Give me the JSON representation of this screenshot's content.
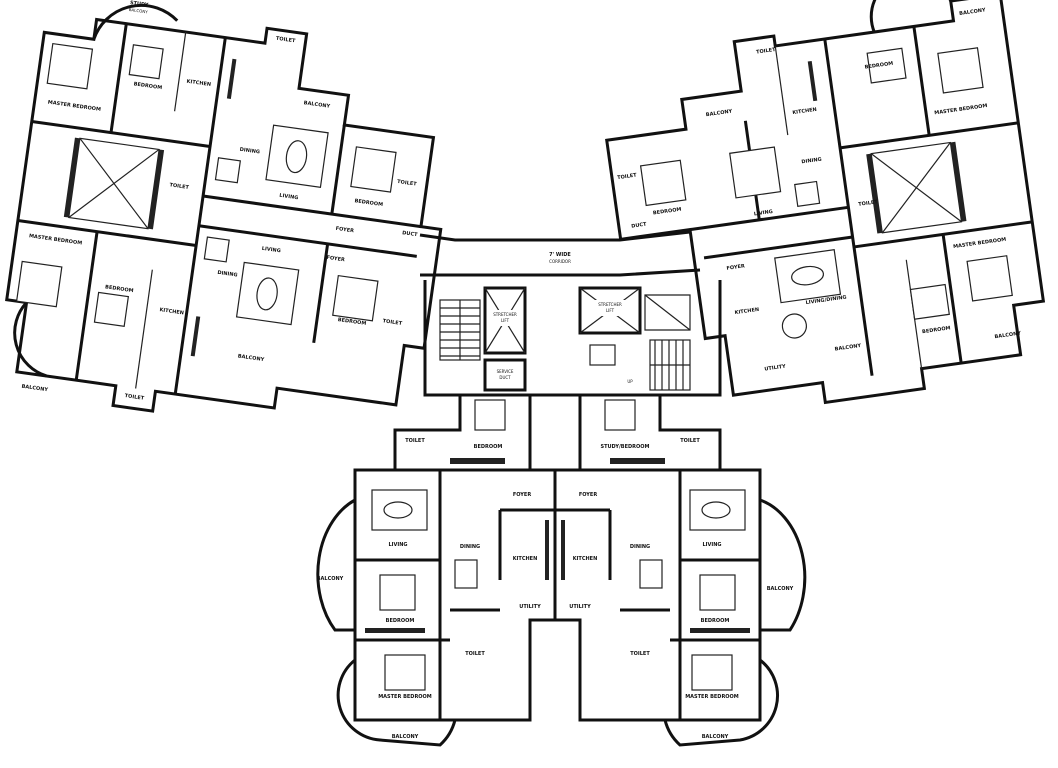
{
  "corridor": {
    "label": "7' WIDE",
    "sub": "CORRIDOR"
  },
  "core": {
    "lift_left": {
      "label": "STRETCHER",
      "sub": "LIFT"
    },
    "lift_right": {
      "label": "STRETCHER",
      "sub": "LIFT"
    },
    "duct_left": {
      "label": "SERVICE",
      "sub": "DUCT"
    },
    "up_label": "UP"
  },
  "west_wing": {
    "rooms": [
      {
        "label": "STUDY",
        "sub": "BALCONY"
      },
      {
        "label": "TOILET",
        "sub": ""
      },
      {
        "label": "BEDROOM",
        "sub": ""
      },
      {
        "label": "MASTER BEDROOM",
        "sub": ""
      },
      {
        "label": "KITCHEN",
        "sub": ""
      },
      {
        "label": "BALCONY",
        "sub": ""
      },
      {
        "label": "DINING",
        "sub": ""
      },
      {
        "label": "LIVING",
        "sub": ""
      },
      {
        "label": "BEDROOM",
        "sub": ""
      },
      {
        "label": "TOILET",
        "sub": ""
      },
      {
        "label": "FOYER",
        "sub": ""
      },
      {
        "label": "DUCT",
        "sub": ""
      },
      {
        "label": "TOILET",
        "sub": ""
      },
      {
        "label": "DINING",
        "sub": ""
      },
      {
        "label": "LIVING",
        "sub": ""
      },
      {
        "label": "FOYER",
        "sub": ""
      },
      {
        "label": "MASTER BEDROOM",
        "sub": ""
      },
      {
        "label": "BEDROOM",
        "sub": ""
      },
      {
        "label": "KITCHEN",
        "sub": ""
      },
      {
        "label": "BEDROOM",
        "sub": ""
      },
      {
        "label": "TOILET",
        "sub": ""
      },
      {
        "label": "BALCONY",
        "sub": ""
      },
      {
        "label": "BALCONY",
        "sub": ""
      },
      {
        "label": "TOILET",
        "sub": ""
      }
    ]
  },
  "east_wing": {
    "rooms": [
      {
        "label": "BALCONY",
        "sub": ""
      },
      {
        "label": "TOILET",
        "sub": ""
      },
      {
        "label": "BEDROOM",
        "sub": ""
      },
      {
        "label": "MASTER BEDROOM",
        "sub": ""
      },
      {
        "label": "BALCONY",
        "sub": ""
      },
      {
        "label": "KITCHEN",
        "sub": ""
      },
      {
        "label": "TOILET",
        "sub": ""
      },
      {
        "label": "BEDROOM",
        "sub": ""
      },
      {
        "label": "DINING",
        "sub": ""
      },
      {
        "label": "LIVING",
        "sub": ""
      },
      {
        "label": "DUCT",
        "sub": ""
      },
      {
        "label": "TOILET",
        "sub": ""
      },
      {
        "label": "FOYER",
        "sub": ""
      },
      {
        "label": "LIVING/DINING",
        "sub": ""
      },
      {
        "label": "KITCHEN",
        "sub": ""
      },
      {
        "label": "MASTER BEDROOM",
        "sub": ""
      },
      {
        "label": "BEDROOM",
        "sub": ""
      },
      {
        "label": "BALCONY",
        "sub": ""
      },
      {
        "label": "BALCONY",
        "sub": ""
      },
      {
        "label": "UTILITY",
        "sub": ""
      }
    ]
  },
  "south_wing": {
    "rooms": [
      {
        "label": "TOILET",
        "sub": ""
      },
      {
        "label": "BEDROOM",
        "sub": ""
      },
      {
        "label": "STUDY/BEDROOM",
        "sub": ""
      },
      {
        "label": "TOILET",
        "sub": ""
      },
      {
        "label": "FOYER",
        "sub": ""
      },
      {
        "label": "FOYER",
        "sub": ""
      },
      {
        "label": "LIVING",
        "sub": ""
      },
      {
        "label": "DINING",
        "sub": ""
      },
      {
        "label": "KITCHEN",
        "sub": ""
      },
      {
        "label": "KITCHEN",
        "sub": ""
      },
      {
        "label": "DINING",
        "sub": ""
      },
      {
        "label": "LIVING",
        "sub": ""
      },
      {
        "label": "BALCONY",
        "sub": ""
      },
      {
        "label": "BEDROOM",
        "sub": ""
      },
      {
        "label": "UTILITY",
        "sub": ""
      },
      {
        "label": "UTILITY",
        "sub": ""
      },
      {
        "label": "BEDROOM",
        "sub": ""
      },
      {
        "label": "BALCONY",
        "sub": ""
      },
      {
        "label": "TOILET",
        "sub": ""
      },
      {
        "label": "TOILET",
        "sub": ""
      },
      {
        "label": "MASTER BEDROOM",
        "sub": ""
      },
      {
        "label": "MASTER BEDROOM",
        "sub": ""
      },
      {
        "label": "BALCONY",
        "sub": ""
      },
      {
        "label": "BALCONY",
        "sub": ""
      }
    ]
  }
}
